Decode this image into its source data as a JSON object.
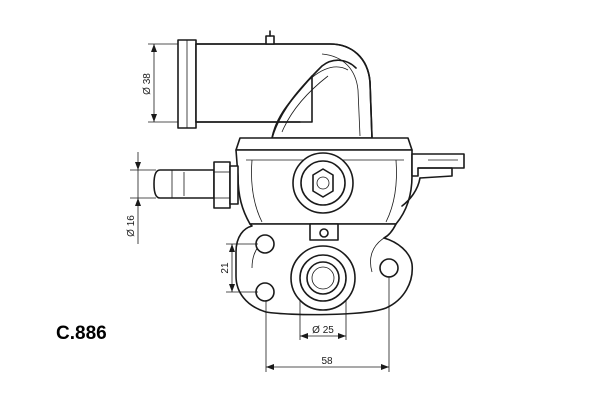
{
  "part_number": "C.886",
  "dimensions": {
    "outlet_diameter": "Ø 38",
    "inlet_diameter": "Ø 16",
    "flange_offset": "21",
    "bore_diameter": "Ø 25",
    "flange_width": "58"
  },
  "colors": {
    "line": "#1a1a1a",
    "background": "#ffffff"
  }
}
